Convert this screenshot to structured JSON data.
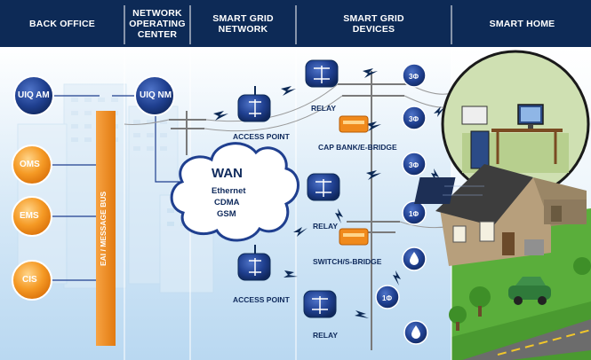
{
  "header": {
    "columns": [
      {
        "id": "back-office",
        "label": "BACK OFFICE"
      },
      {
        "id": "noc",
        "label": "NETWORK OPERATING CENTER"
      },
      {
        "id": "sgn",
        "label": "SMART GRID NETWORK"
      },
      {
        "id": "sgd",
        "label": "SMART GRID DEVICES"
      },
      {
        "id": "home",
        "label": "SMART HOME"
      }
    ]
  },
  "back_office": {
    "uiq_am": "UIQ AM",
    "bus_label": "EAI / MESSAGE BUS",
    "systems": [
      "OMS",
      "EMS",
      "CIS"
    ]
  },
  "noc": {
    "uiq_nm": "UIQ NM"
  },
  "wan": {
    "title": "WAN",
    "lines": [
      "Ethernet",
      "CDMA",
      "GSM"
    ]
  },
  "network": {
    "access_point_label": "ACCESS POINT"
  },
  "devices": {
    "relay_label": "RELAY",
    "cap_bank_label": "CAP BANK/E-BRIDGE",
    "switch_label": "SWITCH/S-BRIDGE",
    "meter_3ph": "3Φ",
    "meter_1ph": "1Φ"
  },
  "colors": {
    "header_bg": "#0d2a56",
    "orange": "#f08a1c",
    "blue_node": "#1f3f8f",
    "sky_light": "#e9f3fb",
    "grass": "#53a937"
  }
}
